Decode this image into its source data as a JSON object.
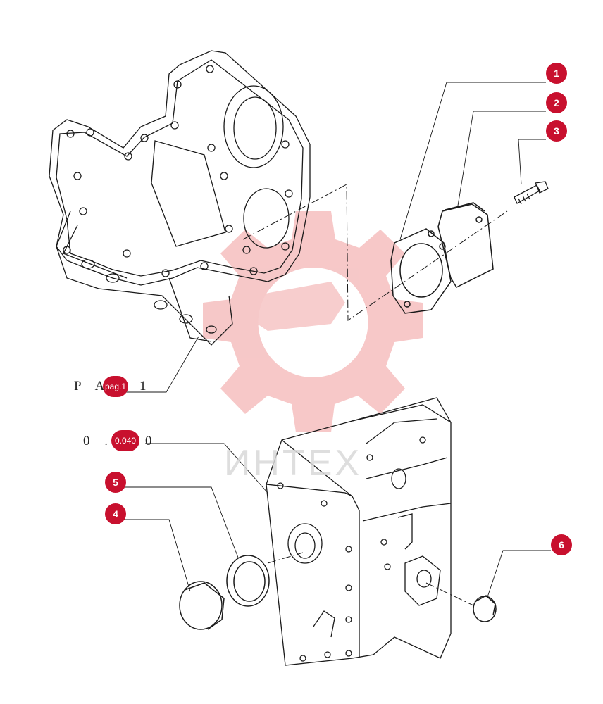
{
  "colors": {
    "callout": "#c8102e",
    "line": "#1a1a1a",
    "watermark": "#f4b6b6"
  },
  "watermark": {
    "icon": "gear-wrench-logo",
    "text": "ИНТЕХ"
  },
  "callouts": [
    "1",
    "2",
    "3",
    "4",
    "5",
    "6"
  ],
  "references": {
    "top": {
      "prefix": "P A",
      "badge": "pag.1",
      "suffix": "1"
    },
    "bottom": {
      "prefix": "0 .",
      "badge": "0.040",
      "suffix": "0"
    }
  }
}
